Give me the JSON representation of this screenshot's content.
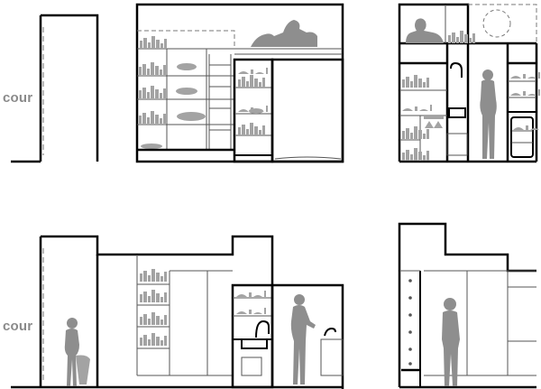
{
  "labels": {
    "courtyard_top": "cour",
    "courtyard_bottom": "cour"
  },
  "colors": {
    "wall": "#000000",
    "thin_line": "#555555",
    "dashed_line": "#7a7a7a",
    "figure_fill": "#8e8e8e",
    "object_fill": "#a3a3a3",
    "label": "#8a8a8a",
    "background": "#ffffff"
  },
  "drawings": [
    "section-a-courtyard-wall",
    "section-b-loft-bed-and-storage",
    "section-c-kitchen-and-bath",
    "section-d-courtyard-with-person",
    "section-e-living-room-with-person"
  ]
}
